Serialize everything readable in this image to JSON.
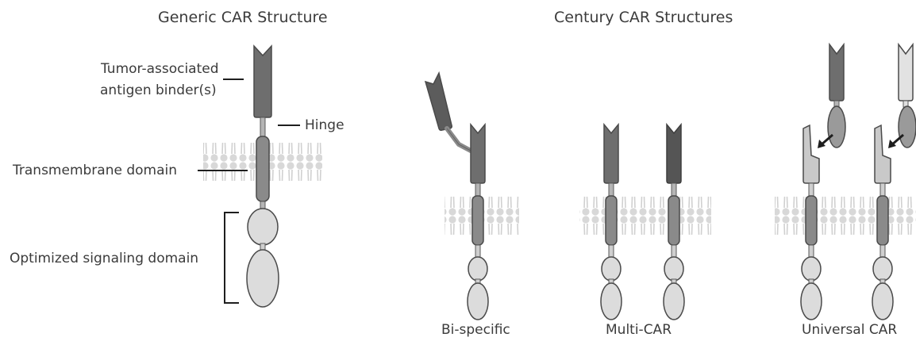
{
  "titles": {
    "generic": "Generic CAR Structure",
    "century": "Century CAR Structures"
  },
  "labels": {
    "binder_line1": "Tumor-associated",
    "binder_line2": "antigen binder(s)",
    "hinge": "Hinge",
    "transmembrane": "Transmembrane domain",
    "signaling": "Optimized signaling domain"
  },
  "captions": {
    "bispecific": "Bi-specific",
    "multicar": "Multi-CAR",
    "universal": "Universal CAR"
  },
  "colors": {
    "binder_dark": "#6e6e6e",
    "binder_darker": "#555555",
    "binder_light": "#c9c9c9",
    "binder_lightest": "#e2e2e2",
    "stalk": "#8a8a8a",
    "signal": "#dcdcdc",
    "outline": "#4a4a4a",
    "membrane": "#d6d6d6"
  }
}
